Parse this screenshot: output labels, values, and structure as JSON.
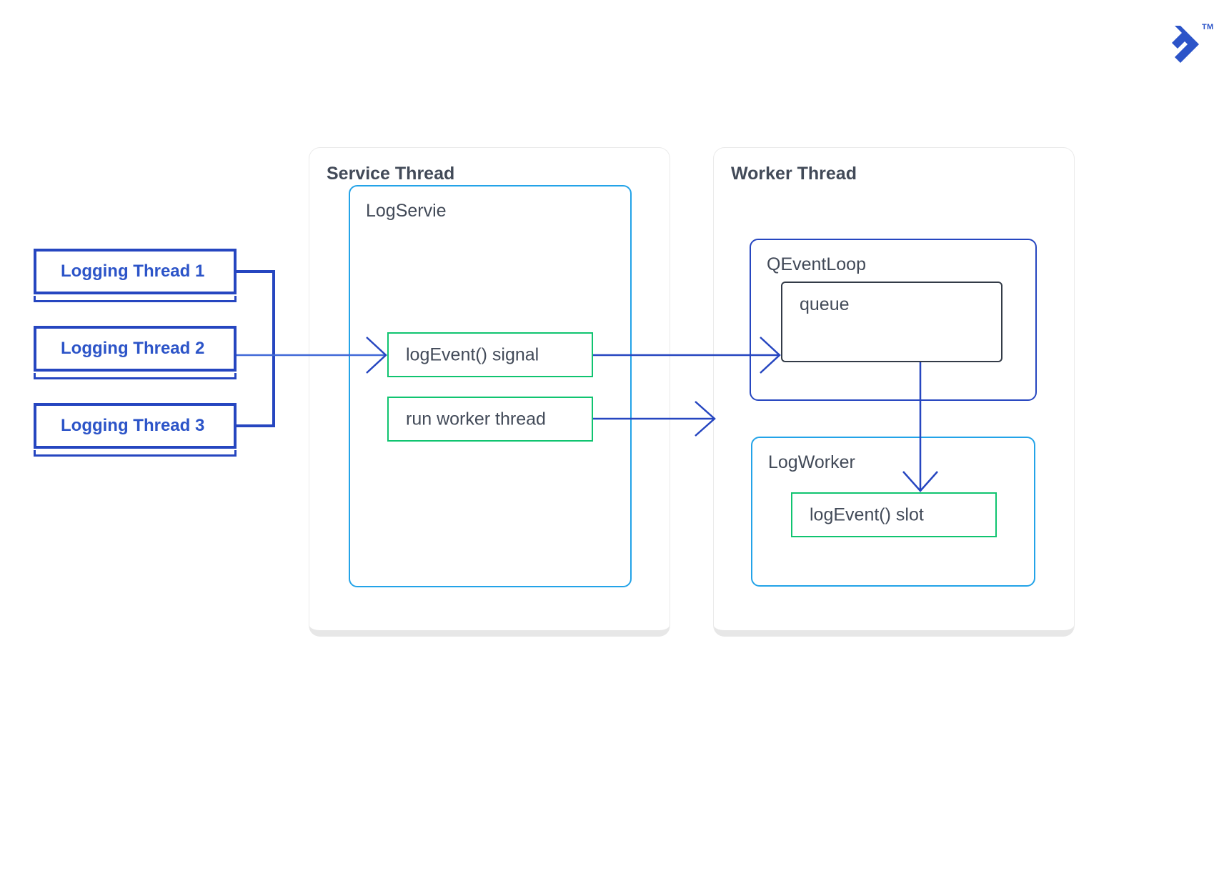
{
  "logo": {
    "name": "toptal-logo",
    "trademark": "TM",
    "color": "#2C54C8"
  },
  "palette": {
    "thread_box_border": "#2646C0",
    "thread_box_text": "#2C54C8",
    "container_border": "#EAEAEA",
    "container_shadow": "#E7E7E7",
    "class_box_cyan": "#23A3E8",
    "class_box_blue": "#2646C0",
    "plain_box_border": "#333B47",
    "method_box_border": "#10C470",
    "title_text": "#424A58",
    "connector_blue": "#2646C0",
    "connector_light": "#4169D8"
  },
  "producers": {
    "label": "logging-threads",
    "items": [
      {
        "label": "Logging Thread 1"
      },
      {
        "label": "Logging Thread 2"
      },
      {
        "label": "Logging Thread 3"
      }
    ]
  },
  "service_thread": {
    "title": "Service Thread",
    "log_service": {
      "title": "LogServie",
      "methods": [
        {
          "label": "logEvent() signal"
        },
        {
          "label": "run worker thread"
        }
      ]
    }
  },
  "worker_thread": {
    "title": "Worker Thread",
    "event_loop": {
      "title": "QEventLoop",
      "queue": {
        "title": "queue"
      }
    },
    "log_worker": {
      "title": "LogWorker",
      "methods": [
        {
          "label": "logEvent() slot"
        }
      ]
    }
  }
}
